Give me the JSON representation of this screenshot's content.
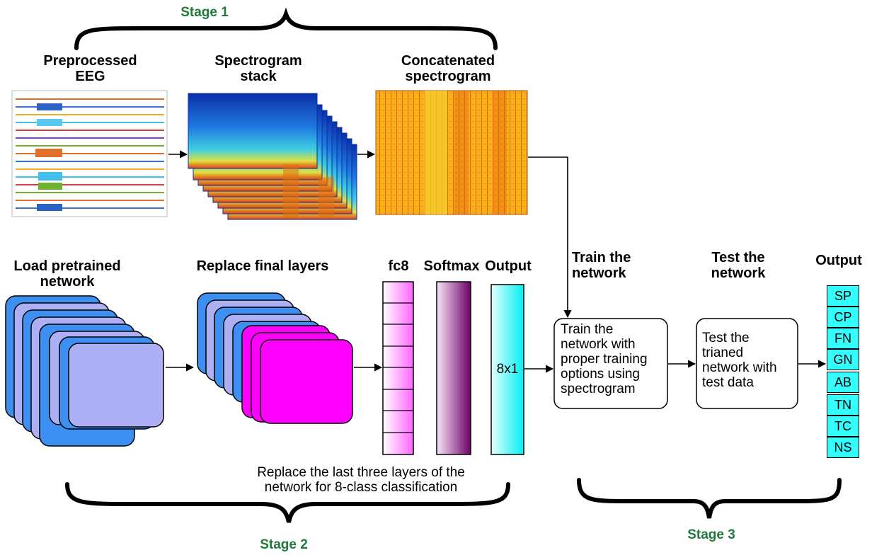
{
  "stage1": "Stage 1",
  "stage2": "Stage 2",
  "stage3": "Stage 3",
  "eeg_label": [
    "Preprocessed",
    "EEG"
  ],
  "stack_label": [
    "Spectrogram",
    "stack"
  ],
  "concat_label": [
    "Concatenated",
    "spectrogram"
  ],
  "load_label": [
    "Load pretrained",
    "network"
  ],
  "replace_label": "Replace final layers",
  "fc8_label": "fc8",
  "softmax_label": "Softmax",
  "output_layer_label": "Output",
  "output_size": "8x1",
  "replace_note": [
    "Replace the last three layers of the",
    "network for 8-class classification"
  ],
  "train_label": [
    "Train the",
    "network"
  ],
  "test_label": [
    "Test the",
    "network"
  ],
  "train_box": [
    "Train the",
    "network with",
    "proper training",
    "options using",
    "spectrogram"
  ],
  "test_box": [
    "Test the",
    "trianed",
    "network with",
    "test data"
  ],
  "output_label": "Output",
  "classes": [
    "SP",
    "CP",
    "FN",
    "GN",
    "AB",
    "TN",
    "TC",
    "NS"
  ],
  "colors": {
    "stage_green": "#1f7a3c",
    "layer_blue": "#3d8ff2",
    "layer_lavender": "#aeb0f5",
    "layer_magenta": "#ff00ff",
    "output_cyan": "#33ffff",
    "fc8_pink": "#ffb3ff",
    "softmax_purple": "#7a0070"
  },
  "icons": [
    "curly-brace-icon",
    "arrow-icon",
    "eeg-plot-icon",
    "spectrogram-icon"
  ]
}
